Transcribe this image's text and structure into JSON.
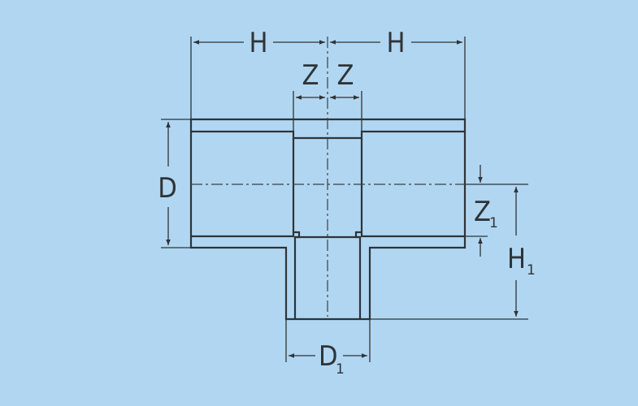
{
  "diagram": {
    "type": "pipe reducing tee dimension drawing",
    "colors": {
      "background": "#b1d6f1",
      "line": "#2e3438"
    },
    "labels": {
      "h_left": "H",
      "h_right": "H",
      "z_left": "Z",
      "z_right": "Z",
      "d": "D",
      "z1": "Z",
      "z1_sub": "1",
      "h1": "H",
      "h1_sub": "1",
      "d1": "D",
      "d1_sub": "1"
    }
  }
}
